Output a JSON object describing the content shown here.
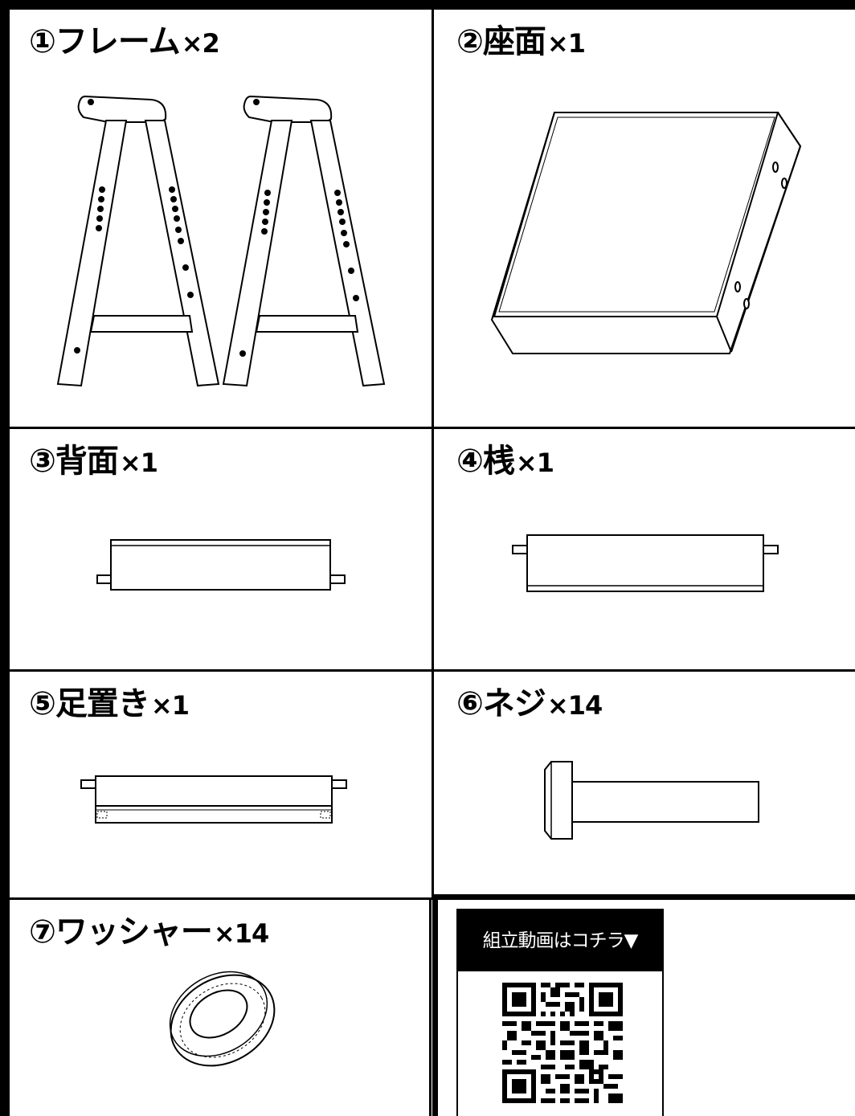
{
  "parts": [
    {
      "number": "①",
      "name": "フレーム",
      "qty": "×2"
    },
    {
      "number": "②",
      "name": "座面",
      "qty": "×1"
    },
    {
      "number": "③",
      "name": "背面",
      "qty": "×1"
    },
    {
      "number": "④",
      "name": "桟",
      "qty": "×1"
    },
    {
      "number": "⑤",
      "name": "足置き",
      "qty": "×1"
    },
    {
      "number": "⑥",
      "name": "ネジ",
      "qty": "×14"
    },
    {
      "number": "⑦",
      "name": "ワッシャー",
      "qty": "×14"
    }
  ],
  "video": {
    "label": "組立動画はコチラ▼",
    "qr_icon": "qr-code-icon"
  }
}
